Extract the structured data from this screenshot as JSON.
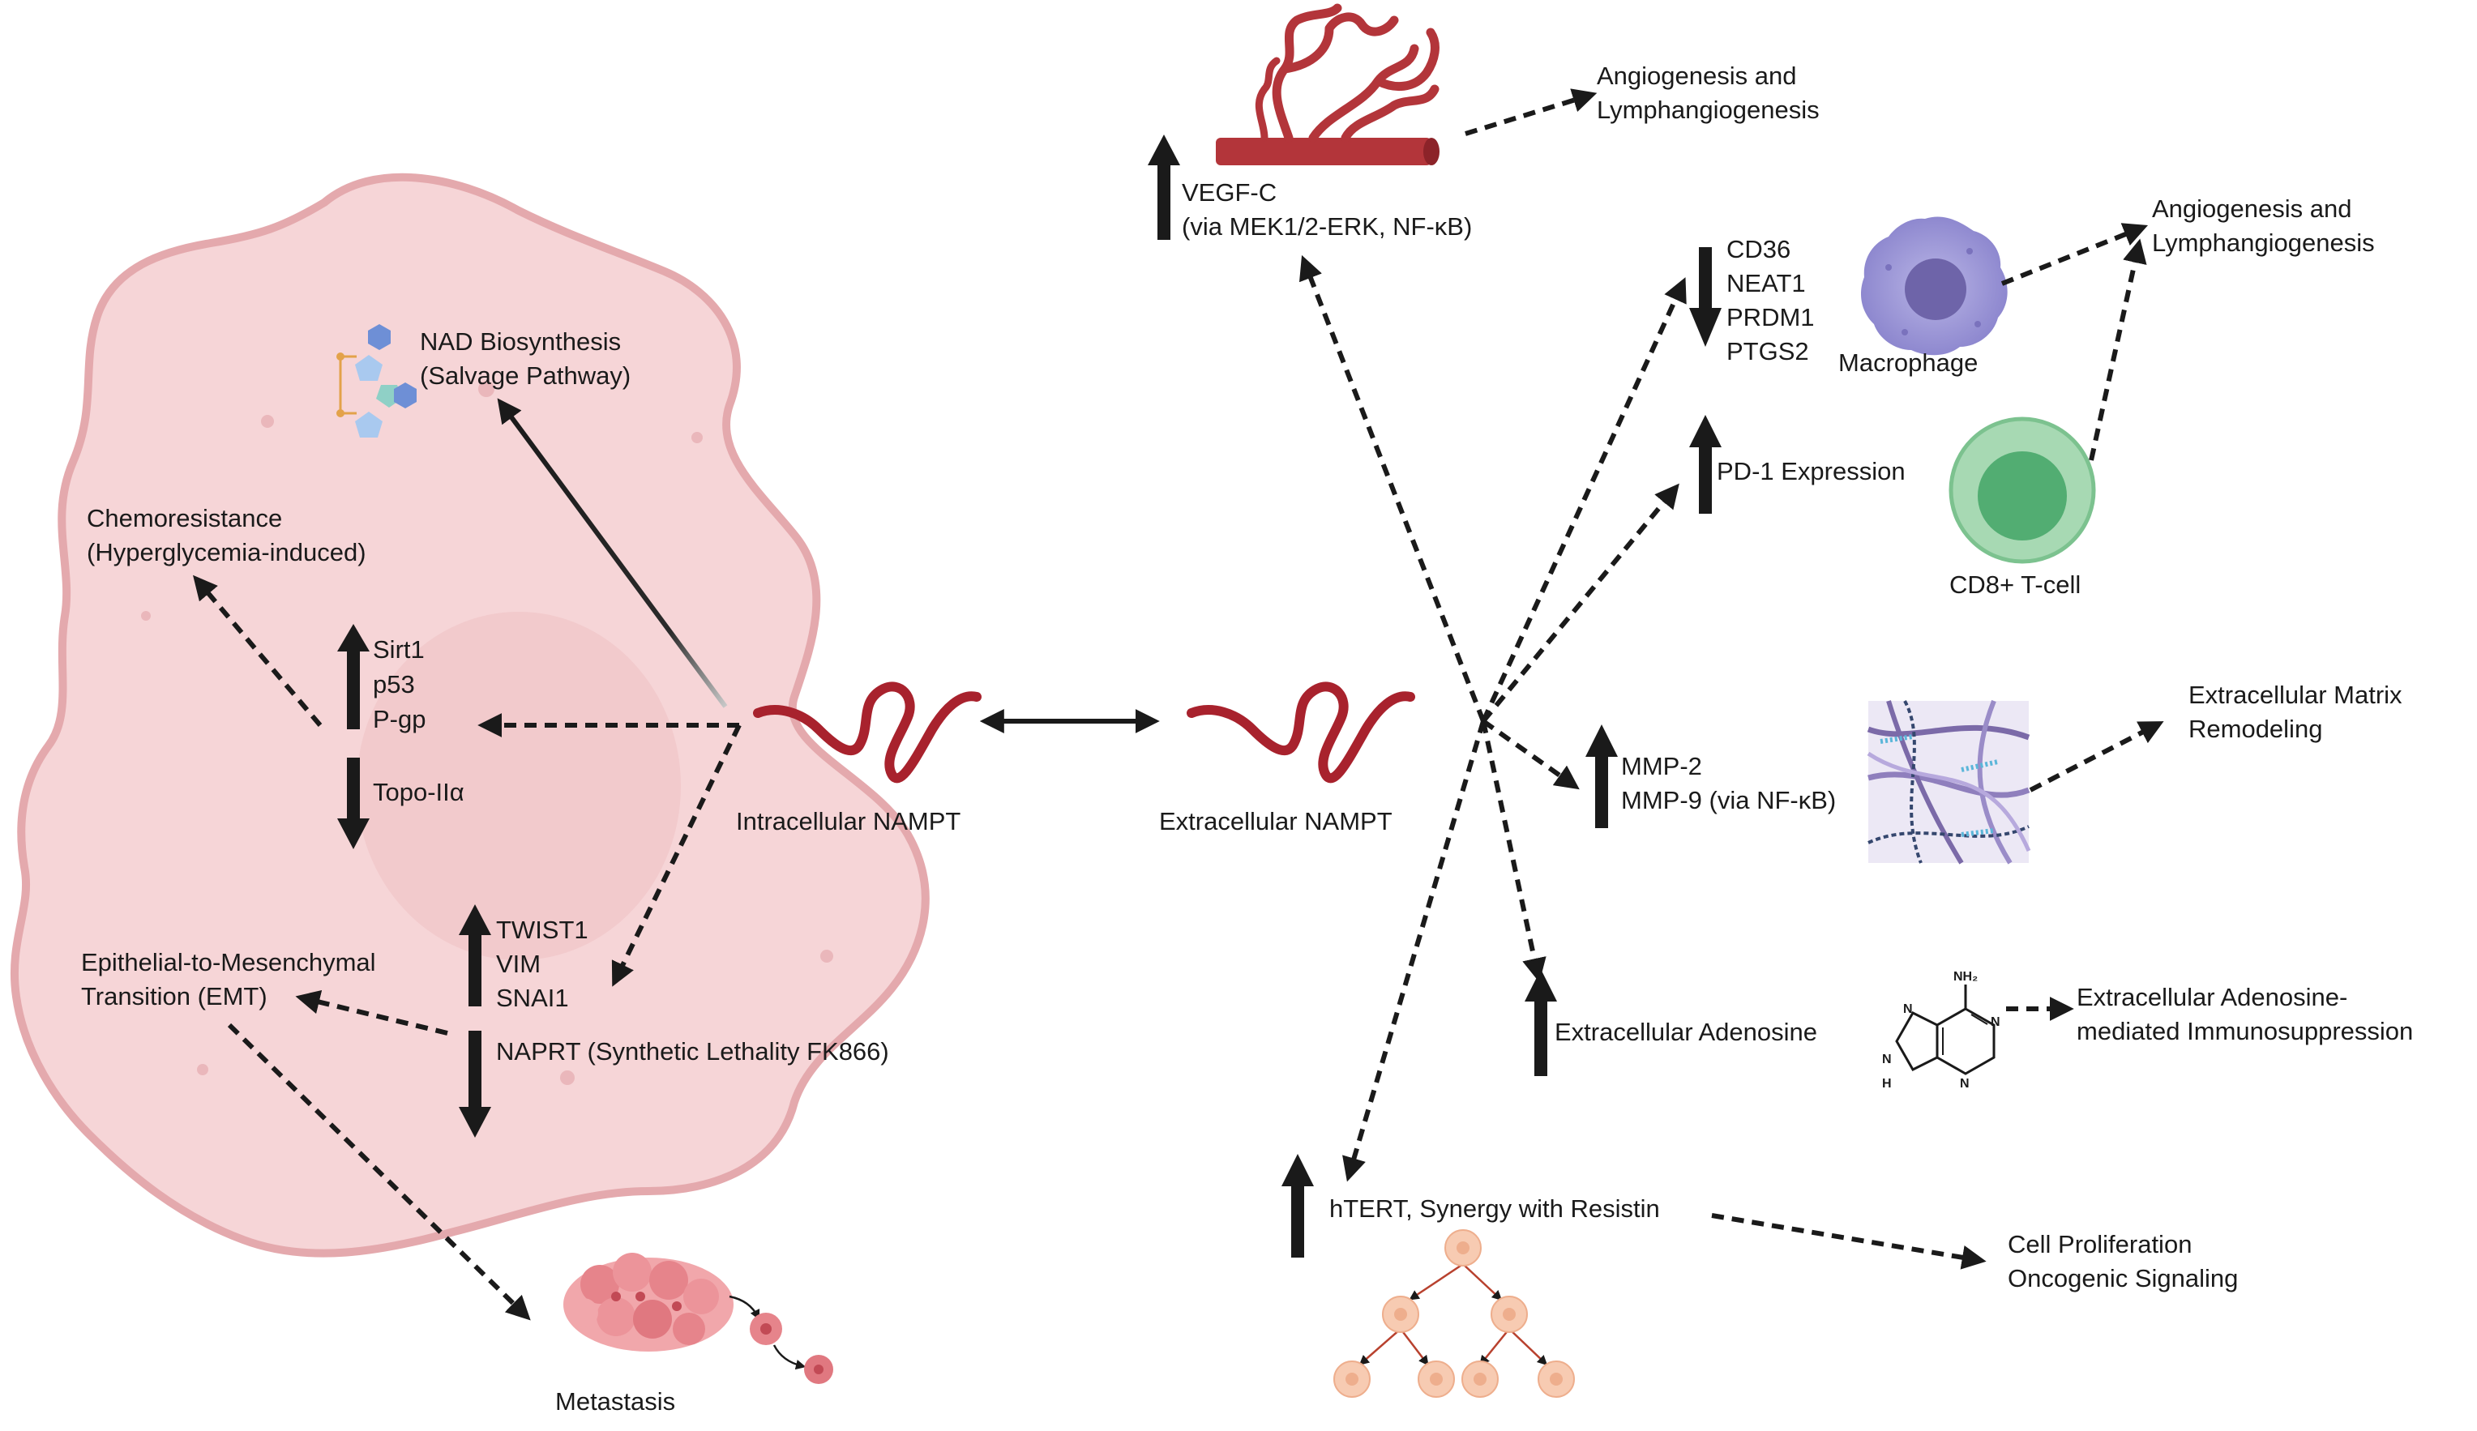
{
  "colors": {
    "cell_fill": "#f6d5d7",
    "cell_stroke": "#e4a9ad",
    "nampt_strand": "#a8222d",
    "vessel": "#b3353a",
    "macrophage": "#a49fd9",
    "tcell": "#7cc28f",
    "ecm_fiber": "#7b6aa8",
    "arrow": "#1a1a1a"
  },
  "icons": {
    "nad": "nad-molecule-icon",
    "vessel": "blood-vessel-icon",
    "macrophage": "macrophage-cell-icon",
    "tcell": "t-cell-icon",
    "ecm": "extracellular-matrix-icon",
    "adenosine": "adenosine-structure-icon",
    "proliferation": "cell-division-tree-icon",
    "metastasis": "tumor-cluster-icon"
  },
  "intracellular": {
    "nampt_label": "Intracellular NAMPT",
    "nad": [
      "NAD Biosynthesis",
      "(Salvage Pathway)"
    ],
    "chemoresistance": [
      "Chemoresistance",
      "(Hyperglycemia-induced)"
    ],
    "up_group_1": [
      "Sirt1",
      "p53",
      "P-gp"
    ],
    "down_group_1": [
      "Topo-IIα"
    ],
    "up_group_2": [
      "TWIST1",
      "VIM",
      "SNAI1"
    ],
    "down_group_2": [
      "NAPRT (Synthetic Lethality FK866)"
    ],
    "emt": [
      "Epithelial-to-Mesenchymal",
      "Transition (EMT)"
    ],
    "metastasis": "Metastasis"
  },
  "extracellular": {
    "nampt_label": "Extracellular NAMPT",
    "vegf": [
      "VEGF-C",
      "(via MEK1/2-ERK, NF-κB)"
    ],
    "angio_top": [
      "Angiogenesis and",
      "Lymphangiogenesis"
    ],
    "macrophage_genes": [
      "CD36",
      "NEAT1",
      "PRDM1",
      "PTGS2"
    ],
    "macrophage_label": "Macrophage",
    "angio_right": [
      "Angiogenesis and",
      "Lymphangiogenesis"
    ],
    "pd1": "PD-1 Expression",
    "tcell_label": "CD8+ T-cell",
    "mmp": [
      "MMP-2",
      "MMP-9 (via NF-κB)"
    ],
    "ecm": [
      "Extracellular Matrix",
      "Remodeling"
    ],
    "adenosine": "Extracellular Adenosine",
    "adenosine_effect": [
      "Extracellular Adenosine-",
      "mediated Immunosuppression"
    ],
    "htert": "hTERT, Synergy with Resistin",
    "proliferation": [
      "Cell Proliferation",
      "Oncogenic Signaling"
    ]
  },
  "adenosine_atoms": {
    "amine": "NH₂",
    "n1": "N",
    "n3": "N",
    "n7": "N",
    "n9": "N",
    "h9": "H"
  }
}
